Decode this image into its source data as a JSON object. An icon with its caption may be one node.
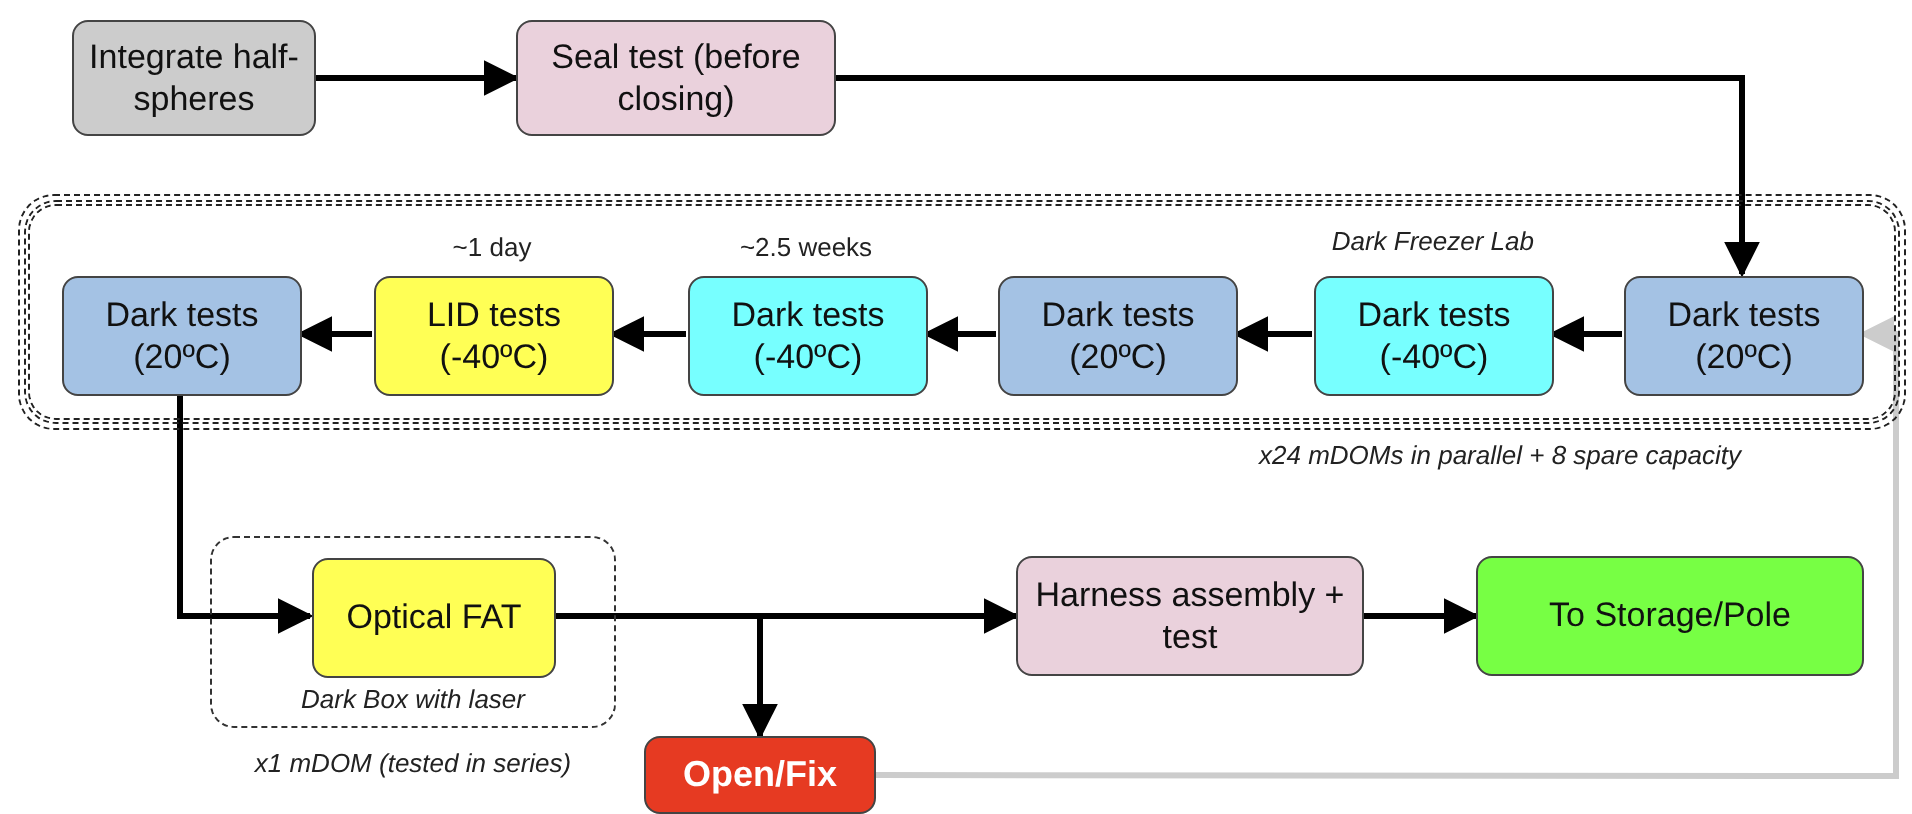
{
  "diagram": {
    "nodes": [
      {
        "text": [
          "Integrate half-spheres"
        ]
      },
      {
        "text": [
          "Seal test (before closing)"
        ]
      },
      {
        "text": [
          "Dark Freezer Lab"
        ],
        "beside": [
          "x24 mDOMs in parallel + 8 spare capacity"
        ]
      },
      {
        "text": [
          "Dark tests (20ºC)"
        ],
        "in": 2
      },
      {
        "text": [
          "LID tests (-40ºC)"
        ],
        "in": 2,
        "beside": [
          "~1 day"
        ]
      },
      {
        "text": [
          "Dark tests (-40ºC)"
        ],
        "in": 2,
        "beside": [
          "~2.5 weeks"
        ]
      },
      {
        "text": [
          "Dark tests (20ºC)"
        ],
        "in": 2
      },
      {
        "text": [
          "Dark tests (-40ºC)"
        ],
        "in": 2
      },
      {
        "text": [
          "Dark tests (20ºC)"
        ],
        "in": 2
      },
      {
        "text": [
          "Dark Box with laser"
        ],
        "beside": [
          "x1 mDOM (tested in series)"
        ]
      },
      {
        "text": [
          "Optical FAT"
        ],
        "in": 9
      },
      {
        "text": [
          "Harness assembly + test"
        ]
      },
      {
        "text": [
          "To Storage/Pole"
        ]
      },
      {
        "text": [
          "Open/Fix"
        ]
      }
    ],
    "edges": [
      {
        "from": 0,
        "to": 1,
        "arrow": "to"
      },
      {
        "from": 1,
        "to": 8,
        "arrow": "to"
      },
      {
        "from": 8,
        "to": 7,
        "arrow": "to"
      },
      {
        "from": 7,
        "to": 6,
        "arrow": "to"
      },
      {
        "from": 6,
        "to": 5,
        "arrow": "to"
      },
      {
        "from": 5,
        "to": 4,
        "arrow": "to"
      },
      {
        "from": 4,
        "to": 3,
        "arrow": "to"
      },
      {
        "from": 3,
        "to": 10,
        "arrow": "to"
      },
      {
        "from": 10,
        "to": 11,
        "arrow": "to"
      },
      {
        "from": 10,
        "to": 13,
        "arrow": "to"
      },
      {
        "from": 11,
        "to": 12,
        "arrow": "to"
      },
      {
        "from": 13,
        "to": 8,
        "arrow": "to",
        "color": "#cccccc"
      }
    ]
  }
}
